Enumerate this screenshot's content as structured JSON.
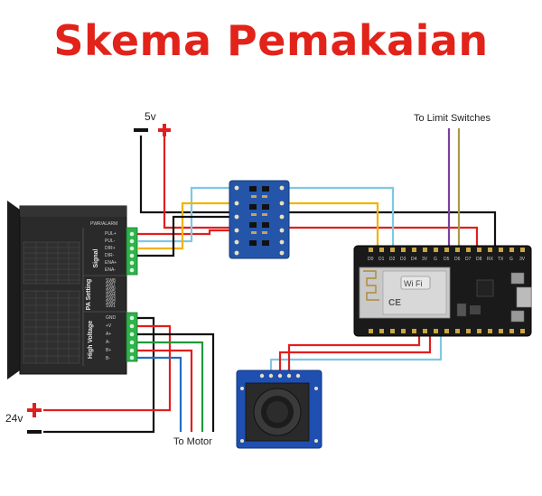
{
  "title": "Skema Pemakaian",
  "labels": {
    "v5": "5v",
    "v24": "24v",
    "to_limit": "To Limit Switches",
    "to_motor": "To Motor"
  },
  "driver": {
    "header": "PWR/ALARM",
    "signal_section": "Signal",
    "setting_section": "PA Setting",
    "hv_section": "High Voltage",
    "signal_pins": [
      "PUL+",
      "PUL-",
      "DIR+",
      "DIR-",
      "ENA+",
      "ENA-"
    ],
    "switch_labels": [
      "SW8",
      "SW7",
      "SW6",
      "SW5",
      "SW4",
      "SW3",
      "SW2",
      "SW1"
    ],
    "hv_pins": [
      "GND",
      "+V",
      "A+",
      "A-",
      "B+",
      "B-"
    ]
  },
  "nodemcu": {
    "pins_top": [
      "D0",
      "D1",
      "D2",
      "D3",
      "D4",
      "3V",
      "G",
      "D5",
      "D6",
      "D7",
      "D8",
      "RX",
      "TX",
      "G",
      "3V"
    ],
    "wifi_badge": "Wi Fi",
    "ce_badge": "CE"
  },
  "colors": {
    "red": "#e01f1f",
    "black": "#111111",
    "yellow": "#f0b400",
    "light_blue": "#7ec8e3",
    "purple": "#7b3fa0",
    "olive": "#a89a4a",
    "green": "#1f9a3a",
    "blue": "#2070c0",
    "title": "#e2231a"
  }
}
